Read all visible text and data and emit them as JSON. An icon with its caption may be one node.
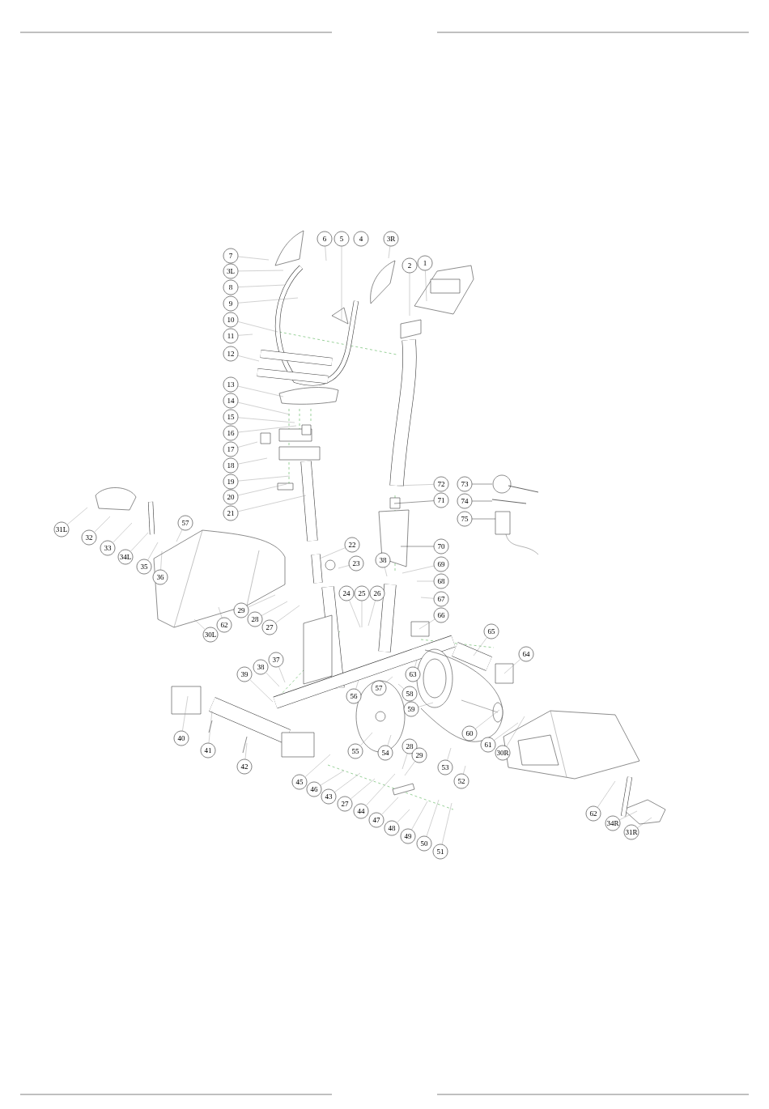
{
  "diagram": {
    "nodes": [
      {
        "text": [
          "7"
        ]
      },
      {
        "text": [
          "3L"
        ]
      },
      {
        "text": [
          "8"
        ]
      },
      {
        "text": [
          "9"
        ]
      },
      {
        "text": [
          "10"
        ]
      },
      {
        "text": [
          "11"
        ]
      },
      {
        "text": [
          "12"
        ]
      },
      {
        "text": [
          "6"
        ]
      },
      {
        "text": [
          "5"
        ]
      },
      {
        "text": [
          "4"
        ]
      },
      {
        "text": [
          "3R"
        ]
      },
      {
        "text": [
          "2"
        ]
      },
      {
        "text": [
          "1"
        ]
      },
      {
        "text": [
          "13"
        ]
      },
      {
        "text": [
          "14"
        ]
      },
      {
        "text": [
          "15"
        ]
      },
      {
        "text": [
          "16"
        ]
      },
      {
        "text": [
          "17"
        ]
      },
      {
        "text": [
          "18"
        ]
      },
      {
        "text": [
          "19"
        ]
      },
      {
        "text": [
          "20"
        ]
      },
      {
        "text": [
          "21"
        ]
      },
      {
        "text": [
          "72"
        ]
      },
      {
        "text": [
          "73"
        ]
      },
      {
        "text": [
          "71"
        ]
      },
      {
        "text": [
          "74"
        ]
      },
      {
        "text": [
          "75"
        ]
      },
      {
        "text": [
          "31L"
        ]
      },
      {
        "text": [
          "57"
        ]
      },
      {
        "text": [
          "32"
        ]
      },
      {
        "text": [
          "33"
        ]
      },
      {
        "text": [
          "22"
        ]
      },
      {
        "text": [
          "70"
        ]
      },
      {
        "text": [
          "34L"
        ]
      },
      {
        "text": [
          "35"
        ]
      },
      {
        "text": [
          "23"
        ]
      },
      {
        "text": [
          "38"
        ]
      },
      {
        "text": [
          "69"
        ]
      },
      {
        "text": [
          "36"
        ]
      },
      {
        "text": [
          "68"
        ]
      },
      {
        "text": [
          "24"
        ]
      },
      {
        "text": [
          "25"
        ]
      },
      {
        "text": [
          "26"
        ]
      },
      {
        "text": [
          "67"
        ]
      },
      {
        "text": [
          "29"
        ]
      },
      {
        "text": [
          "66"
        ]
      },
      {
        "text": [
          "28"
        ]
      },
      {
        "text": [
          "62"
        ]
      },
      {
        "text": [
          "27"
        ]
      },
      {
        "text": [
          "65"
        ]
      },
      {
        "text": [
          "30L"
        ]
      },
      {
        "text": [
          "64"
        ]
      },
      {
        "text": [
          "37"
        ]
      },
      {
        "text": [
          "38"
        ]
      },
      {
        "text": [
          "39"
        ]
      },
      {
        "text": [
          "63"
        ]
      },
      {
        "text": [
          "57"
        ]
      },
      {
        "text": [
          "56"
        ]
      },
      {
        "text": [
          "58"
        ]
      },
      {
        "text": [
          "59"
        ]
      },
      {
        "text": [
          "60"
        ]
      },
      {
        "text": [
          "40"
        ]
      },
      {
        "text": [
          "61"
        ]
      },
      {
        "text": [
          "41"
        ]
      },
      {
        "text": [
          "55"
        ]
      },
      {
        "text": [
          "54"
        ]
      },
      {
        "text": [
          "28"
        ]
      },
      {
        "text": [
          "29"
        ]
      },
      {
        "text": [
          "30R"
        ]
      },
      {
        "text": [
          "53"
        ]
      },
      {
        "text": [
          "42"
        ]
      },
      {
        "text": [
          "45"
        ]
      },
      {
        "text": [
          "52"
        ]
      },
      {
        "text": [
          "46"
        ]
      },
      {
        "text": [
          "43"
        ]
      },
      {
        "text": [
          "27"
        ]
      },
      {
        "text": [
          "44"
        ]
      },
      {
        "text": [
          "62"
        ]
      },
      {
        "text": [
          "47"
        ]
      },
      {
        "text": [
          "34R"
        ]
      },
      {
        "text": [
          "48"
        ]
      },
      {
        "text": [
          "31R"
        ]
      },
      {
        "text": [
          "49"
        ]
      },
      {
        "text": [
          "50"
        ]
      },
      {
        "text": [
          "51"
        ]
      }
    ],
    "edges": [
      {
        "from": 0,
        "to": null,
        "arrow": "none"
      },
      {
        "from": 1,
        "to": null,
        "arrow": "none"
      },
      {
        "from": 2,
        "to": null,
        "arrow": "none"
      },
      {
        "from": 3,
        "to": null,
        "arrow": "none"
      },
      {
        "from": 4,
        "to": null,
        "arrow": "none"
      },
      {
        "from": 5,
        "to": null,
        "arrow": "none"
      },
      {
        "from": 6,
        "to": null,
        "arrow": "none"
      },
      {
        "from": 7,
        "to": null,
        "arrow": "none"
      },
      {
        "from": 8,
        "to": null,
        "arrow": "none"
      },
      {
        "from": 10,
        "to": null,
        "arrow": "none"
      },
      {
        "from": 11,
        "to": null,
        "arrow": "none"
      },
      {
        "from": 12,
        "to": null,
        "arrow": "none"
      },
      {
        "from": 13,
        "to": null,
        "arrow": "none"
      },
      {
        "from": 14,
        "to": null,
        "arrow": "none"
      },
      {
        "from": 15,
        "to": null,
        "arrow": "none"
      },
      {
        "from": 16,
        "to": null,
        "arrow": "none"
      },
      {
        "from": 17,
        "to": null,
        "arrow": "none"
      },
      {
        "from": 18,
        "to": null,
        "arrow": "none"
      },
      {
        "from": 19,
        "to": null,
        "arrow": "none"
      },
      {
        "from": 20,
        "to": null,
        "arrow": "none"
      },
      {
        "from": 21,
        "to": null,
        "arrow": "none"
      },
      {
        "from": 22,
        "to": null,
        "arrow": "none"
      },
      {
        "from": 23,
        "to": null,
        "arrow": "none",
        "color": "#000000"
      },
      {
        "from": 24,
        "to": null,
        "arrow": "none",
        "color": "#000000"
      },
      {
        "from": 25,
        "to": null,
        "arrow": "none",
        "color": "#000000"
      },
      {
        "from": 26,
        "to": null,
        "arrow": "none",
        "color": "#000000"
      },
      {
        "from": 27,
        "to": null,
        "arrow": "none"
      },
      {
        "from": 28,
        "to": null,
        "arrow": "none"
      },
      {
        "from": 29,
        "to": null,
        "arrow": "none"
      },
      {
        "from": 30,
        "to": null,
        "arrow": "none"
      },
      {
        "from": 31,
        "to": null,
        "arrow": "none"
      },
      {
        "from": 32,
        "to": null,
        "arrow": "none",
        "color": "#000000"
      },
      {
        "from": 33,
        "to": null,
        "arrow": "none"
      },
      {
        "from": 34,
        "to": null,
        "arrow": "none"
      },
      {
        "from": 35,
        "to": null,
        "arrow": "none"
      },
      {
        "from": 36,
        "to": null,
        "arrow": "none"
      },
      {
        "from": 37,
        "to": null,
        "arrow": "none"
      },
      {
        "from": 38,
        "to": null,
        "arrow": "none"
      },
      {
        "from": 39,
        "to": null,
        "arrow": "none"
      },
      {
        "from": 40,
        "to": null,
        "arrow": "none"
      },
      {
        "from": 41,
        "to": null,
        "arrow": "none"
      },
      {
        "from": 42,
        "to": null,
        "arrow": "none"
      },
      {
        "from": 43,
        "to": null,
        "arrow": "none"
      },
      {
        "from": 44,
        "to": null,
        "arrow": "none"
      },
      {
        "from": 45,
        "to": null,
        "arrow": "none"
      },
      {
        "from": 46,
        "to": null,
        "arrow": "none"
      },
      {
        "from": 47,
        "to": null,
        "arrow": "none"
      },
      {
        "from": 48,
        "to": null,
        "arrow": "none"
      },
      {
        "from": 49,
        "to": null,
        "arrow": "none"
      },
      {
        "from": 50,
        "to": null,
        "arrow": "none"
      },
      {
        "from": 51,
        "to": null,
        "arrow": "none"
      },
      {
        "from": 52,
        "to": null,
        "arrow": "none"
      },
      {
        "from": 53,
        "to": null,
        "arrow": "none"
      },
      {
        "from": 54,
        "to": null,
        "arrow": "none"
      },
      {
        "from": 55,
        "to": null,
        "arrow": "none"
      },
      {
        "from": 56,
        "to": null,
        "arrow": "none"
      },
      {
        "from": 57,
        "to": null,
        "arrow": "none"
      },
      {
        "from": 58,
        "to": null,
        "arrow": "none"
      },
      {
        "from": 59,
        "to": null,
        "arrow": "none"
      },
      {
        "from": 60,
        "to": null,
        "arrow": "none"
      },
      {
        "from": 61,
        "to": null,
        "arrow": "none"
      },
      {
        "from": 62,
        "to": null,
        "arrow": "none"
      },
      {
        "from": 63,
        "to": null,
        "arrow": "none"
      },
      {
        "from": 64,
        "to": null,
        "arrow": "none"
      },
      {
        "from": 65,
        "to": null,
        "arrow": "none"
      },
      {
        "from": 66,
        "to": null,
        "arrow": "none"
      },
      {
        "from": 67,
        "to": null,
        "arrow": "none"
      },
      {
        "from": 68,
        "to": null,
        "arrow": "none"
      },
      {
        "from": 69,
        "to": null,
        "arrow": "none"
      },
      {
        "from": 70,
        "to": null,
        "arrow": "none"
      },
      {
        "from": 71,
        "to": null,
        "arrow": "none"
      },
      {
        "from": 72,
        "to": null,
        "arrow": "none"
      },
      {
        "from": 73,
        "to": null,
        "arrow": "none"
      },
      {
        "from": 74,
        "to": null,
        "arrow": "none"
      },
      {
        "from": 75,
        "to": null,
        "arrow": "none"
      },
      {
        "from": 76,
        "to": null,
        "arrow": "none"
      },
      {
        "from": 77,
        "to": null,
        "arrow": "none"
      },
      {
        "from": 78,
        "to": null,
        "arrow": "none"
      },
      {
        "from": 79,
        "to": null,
        "arrow": "none"
      },
      {
        "from": 80,
        "to": null,
        "arrow": "none"
      },
      {
        "from": 81,
        "to": null,
        "arrow": "none"
      },
      {
        "from": 82,
        "to": null,
        "arrow": "none"
      },
      {
        "from": 83,
        "to": null,
        "arrow": "none"
      },
      {
        "from": 84,
        "to": null,
        "arrow": "none"
      }
    ]
  }
}
